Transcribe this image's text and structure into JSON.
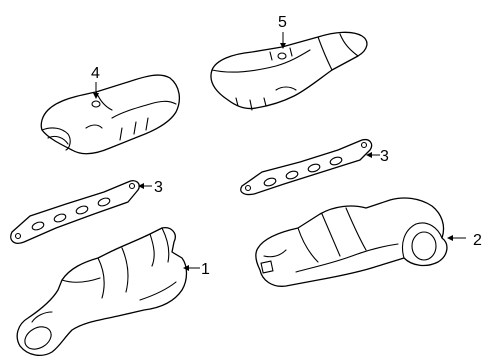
{
  "callouts": [
    {
      "id": "1",
      "label": "1",
      "part": "exhaust-manifold-left"
    },
    {
      "id": "2",
      "label": "2",
      "part": "exhaust-manifold-right"
    },
    {
      "id": "3a",
      "label": "3",
      "part": "manifold-gasket-left"
    },
    {
      "id": "3b",
      "label": "3",
      "part": "manifold-gasket-right"
    },
    {
      "id": "4",
      "label": "4",
      "part": "heat-shield-left"
    },
    {
      "id": "5",
      "label": "5",
      "part": "heat-shield-right"
    }
  ],
  "colors": {
    "line": "#000000",
    "fill": "#ffffff",
    "background": "#ffffff"
  }
}
